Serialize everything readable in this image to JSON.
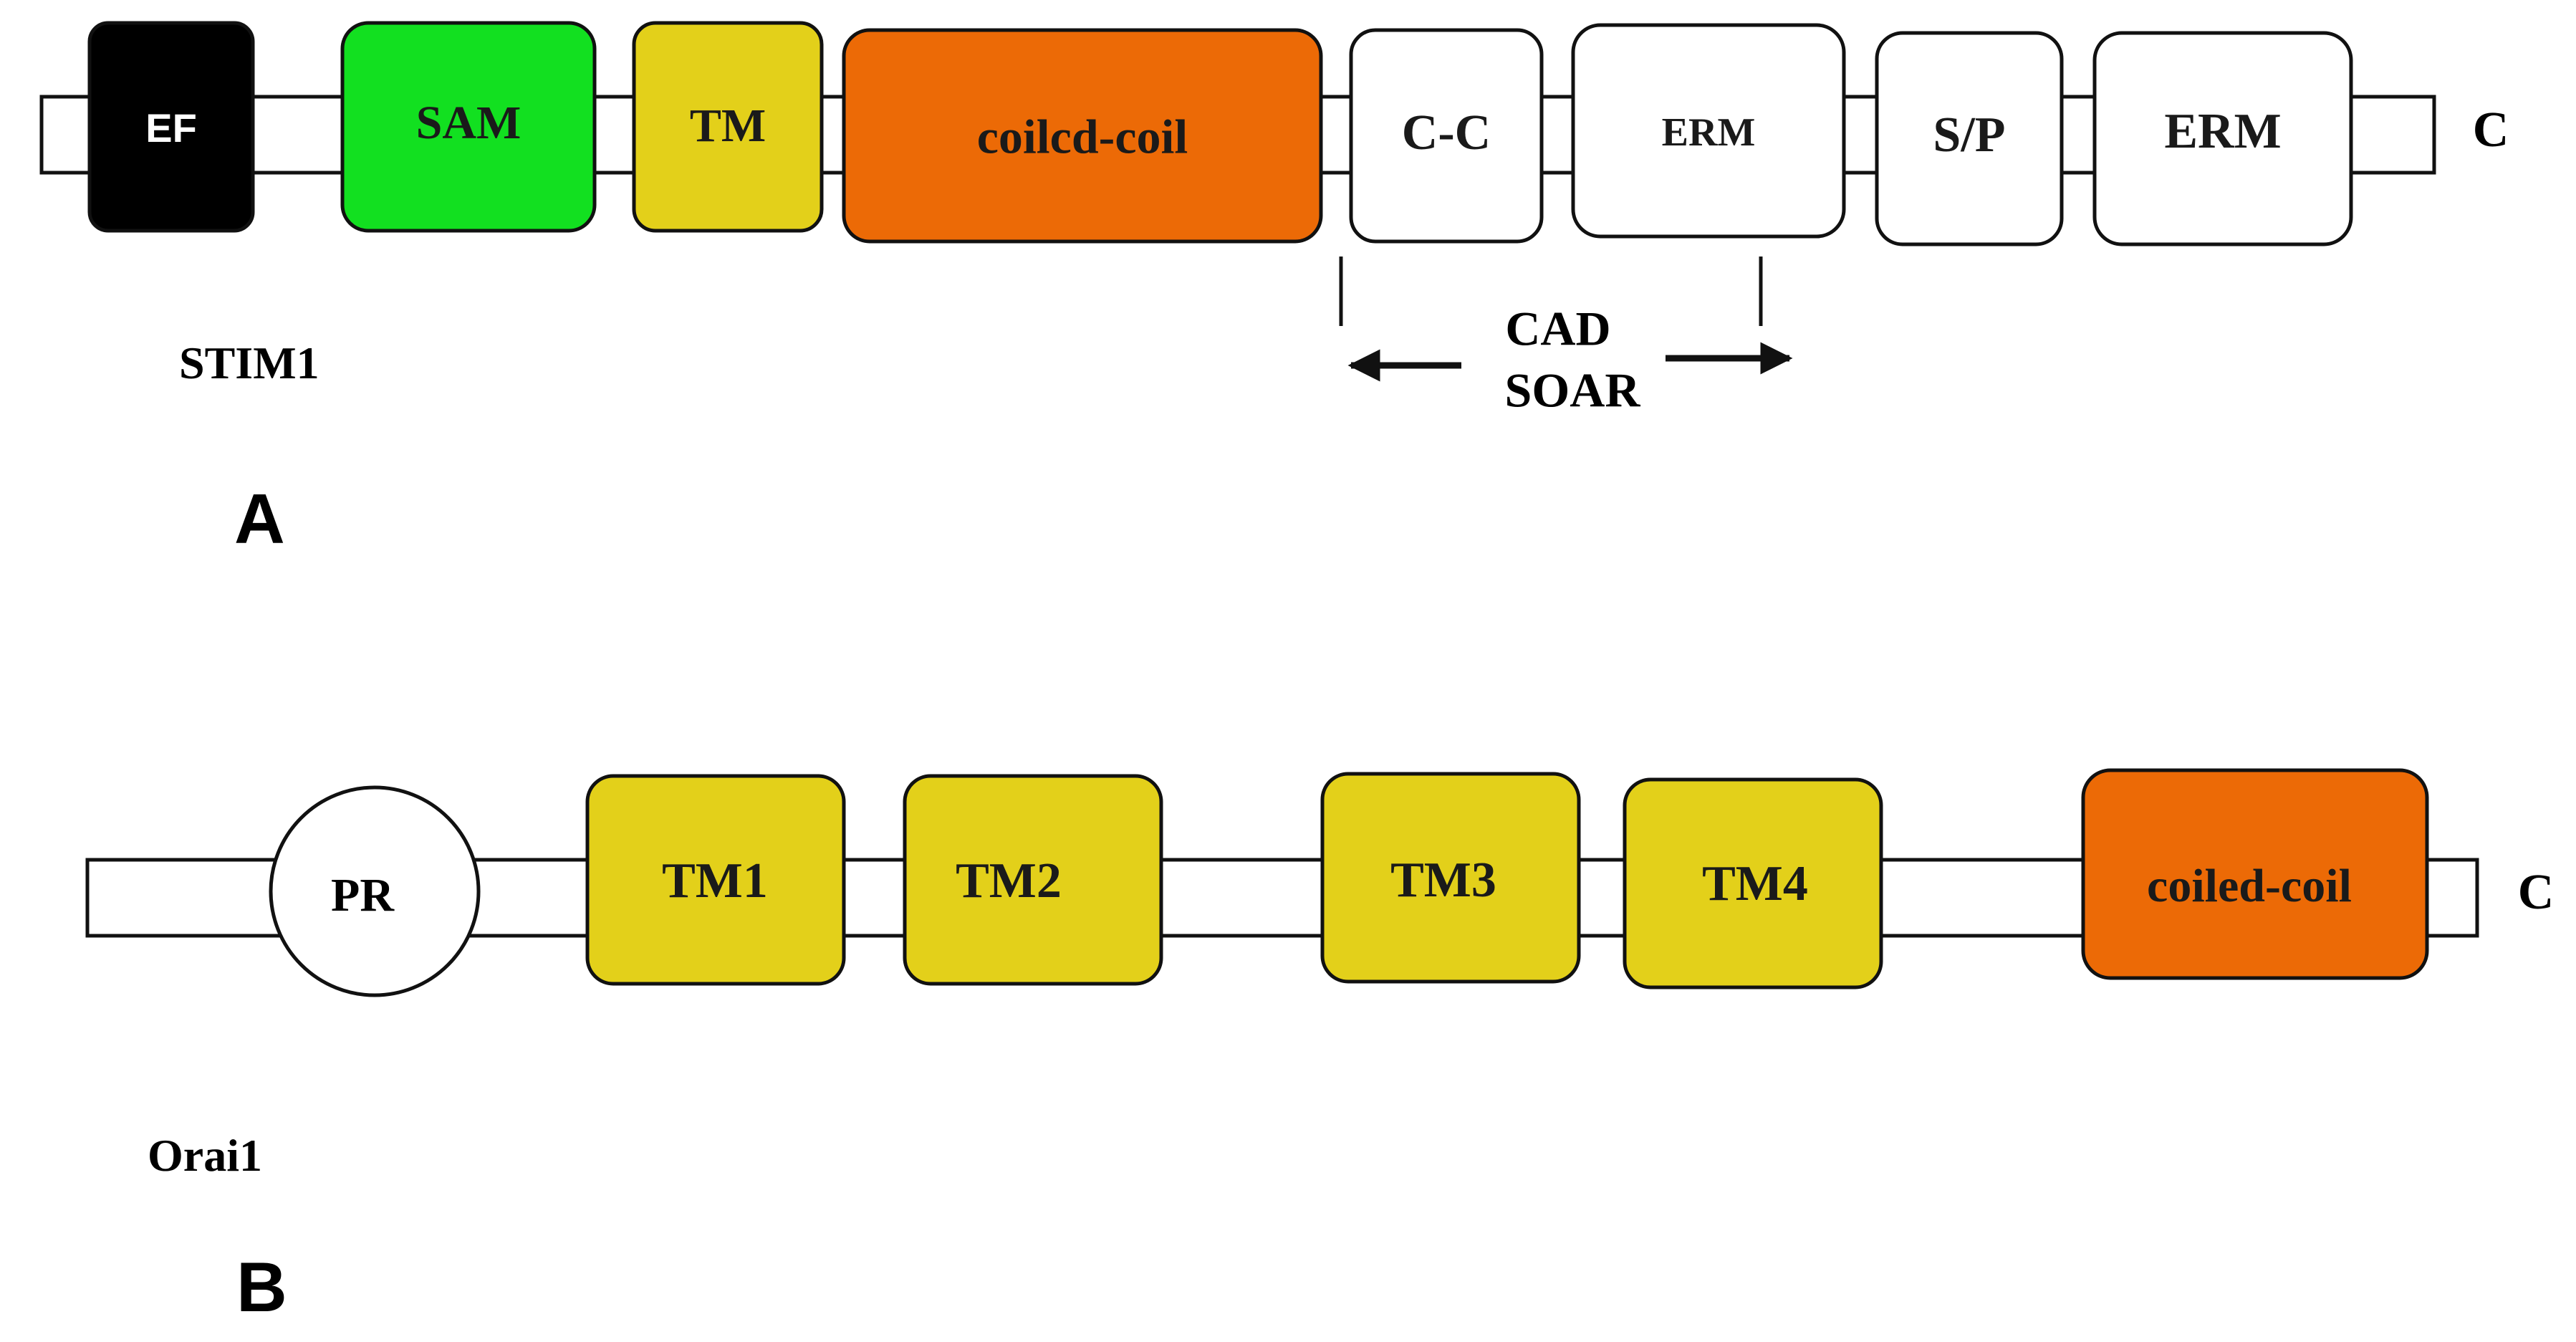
{
  "panel_a": {
    "protein_label": "STIM1",
    "panel_letter": "A",
    "terminus": "C",
    "domains": [
      {
        "label": "EF",
        "color": "#000000",
        "text_color": "#ffffff"
      },
      {
        "label": "SAM",
        "color": "#12e020",
        "text_color": "#1a1a1a"
      },
      {
        "label": "TM",
        "color": "#e3d01a",
        "text_color": "#1a1a1a"
      },
      {
        "label": "coilcd-coil",
        "color": "#ec6a06",
        "text_color": "#1a1a1a"
      },
      {
        "label": "C-C",
        "color": "#ffffff",
        "text_color": "#1a1a1a"
      },
      {
        "label": "ERM",
        "color": "#ffffff",
        "text_color": "#1a1a1a"
      },
      {
        "label": "S/P",
        "color": "#ffffff",
        "text_color": "#1a1a1a"
      },
      {
        "label": "ERM",
        "color": "#ffffff",
        "text_color": "#1a1a1a"
      }
    ],
    "region": {
      "line1": "CAD",
      "line2": "SOAR"
    }
  },
  "panel_b": {
    "protein_label": "Orai1",
    "panel_letter": "B",
    "terminus": "C",
    "circle_label": "PR",
    "domains": [
      {
        "label": "TM1",
        "color": "#e3d01a",
        "text_color": "#1a1a1a"
      },
      {
        "label": "TM2",
        "color": "#e3d01a",
        "text_color": "#1a1a1a"
      },
      {
        "label": "TM3",
        "color": "#e3d01a",
        "text_color": "#1a1a1a"
      },
      {
        "label": "TM4",
        "color": "#e3d01a",
        "text_color": "#1a1a1a"
      },
      {
        "label": "coiled-coil",
        "color": "#ec6a06",
        "text_color": "#1a1a1a"
      }
    ]
  }
}
